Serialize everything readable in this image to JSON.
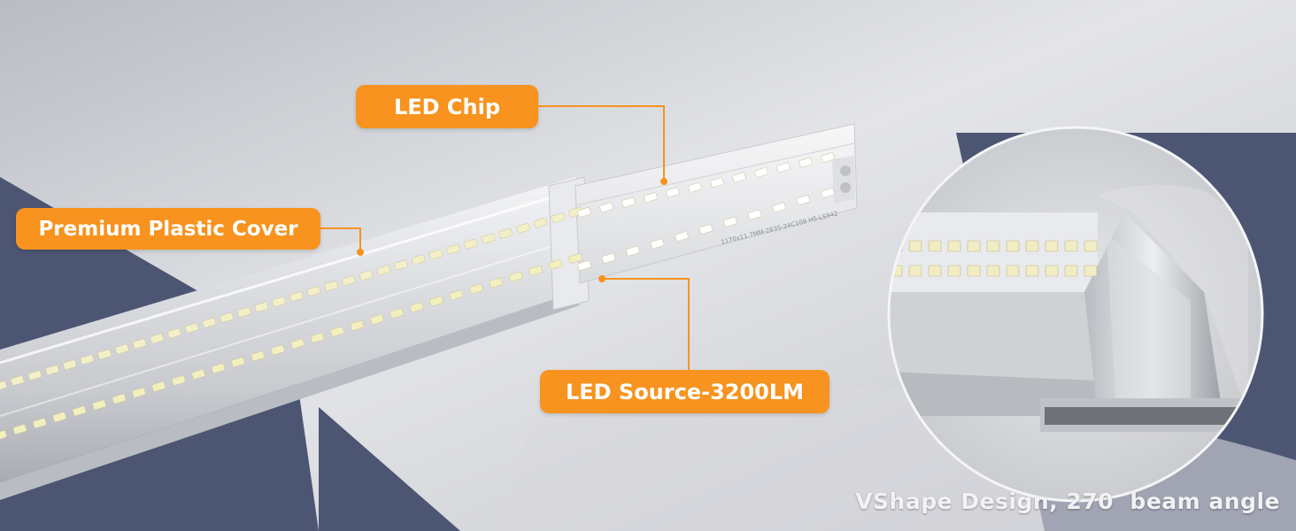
{
  "callouts": {
    "led_chip": "LED Chip",
    "plastic_cover": "Premium Plastic Cover",
    "led_source": "LED Source-3200LM"
  },
  "pcb_marking": "1170x11.7MM-2835-24C108 HS-LS942",
  "caption": "VShape Design, 270  beam angle",
  "colors": {
    "callout_orange": "#f7931e",
    "navy_panel": "#4c5673",
    "background_gray": "#c9cbd0"
  }
}
